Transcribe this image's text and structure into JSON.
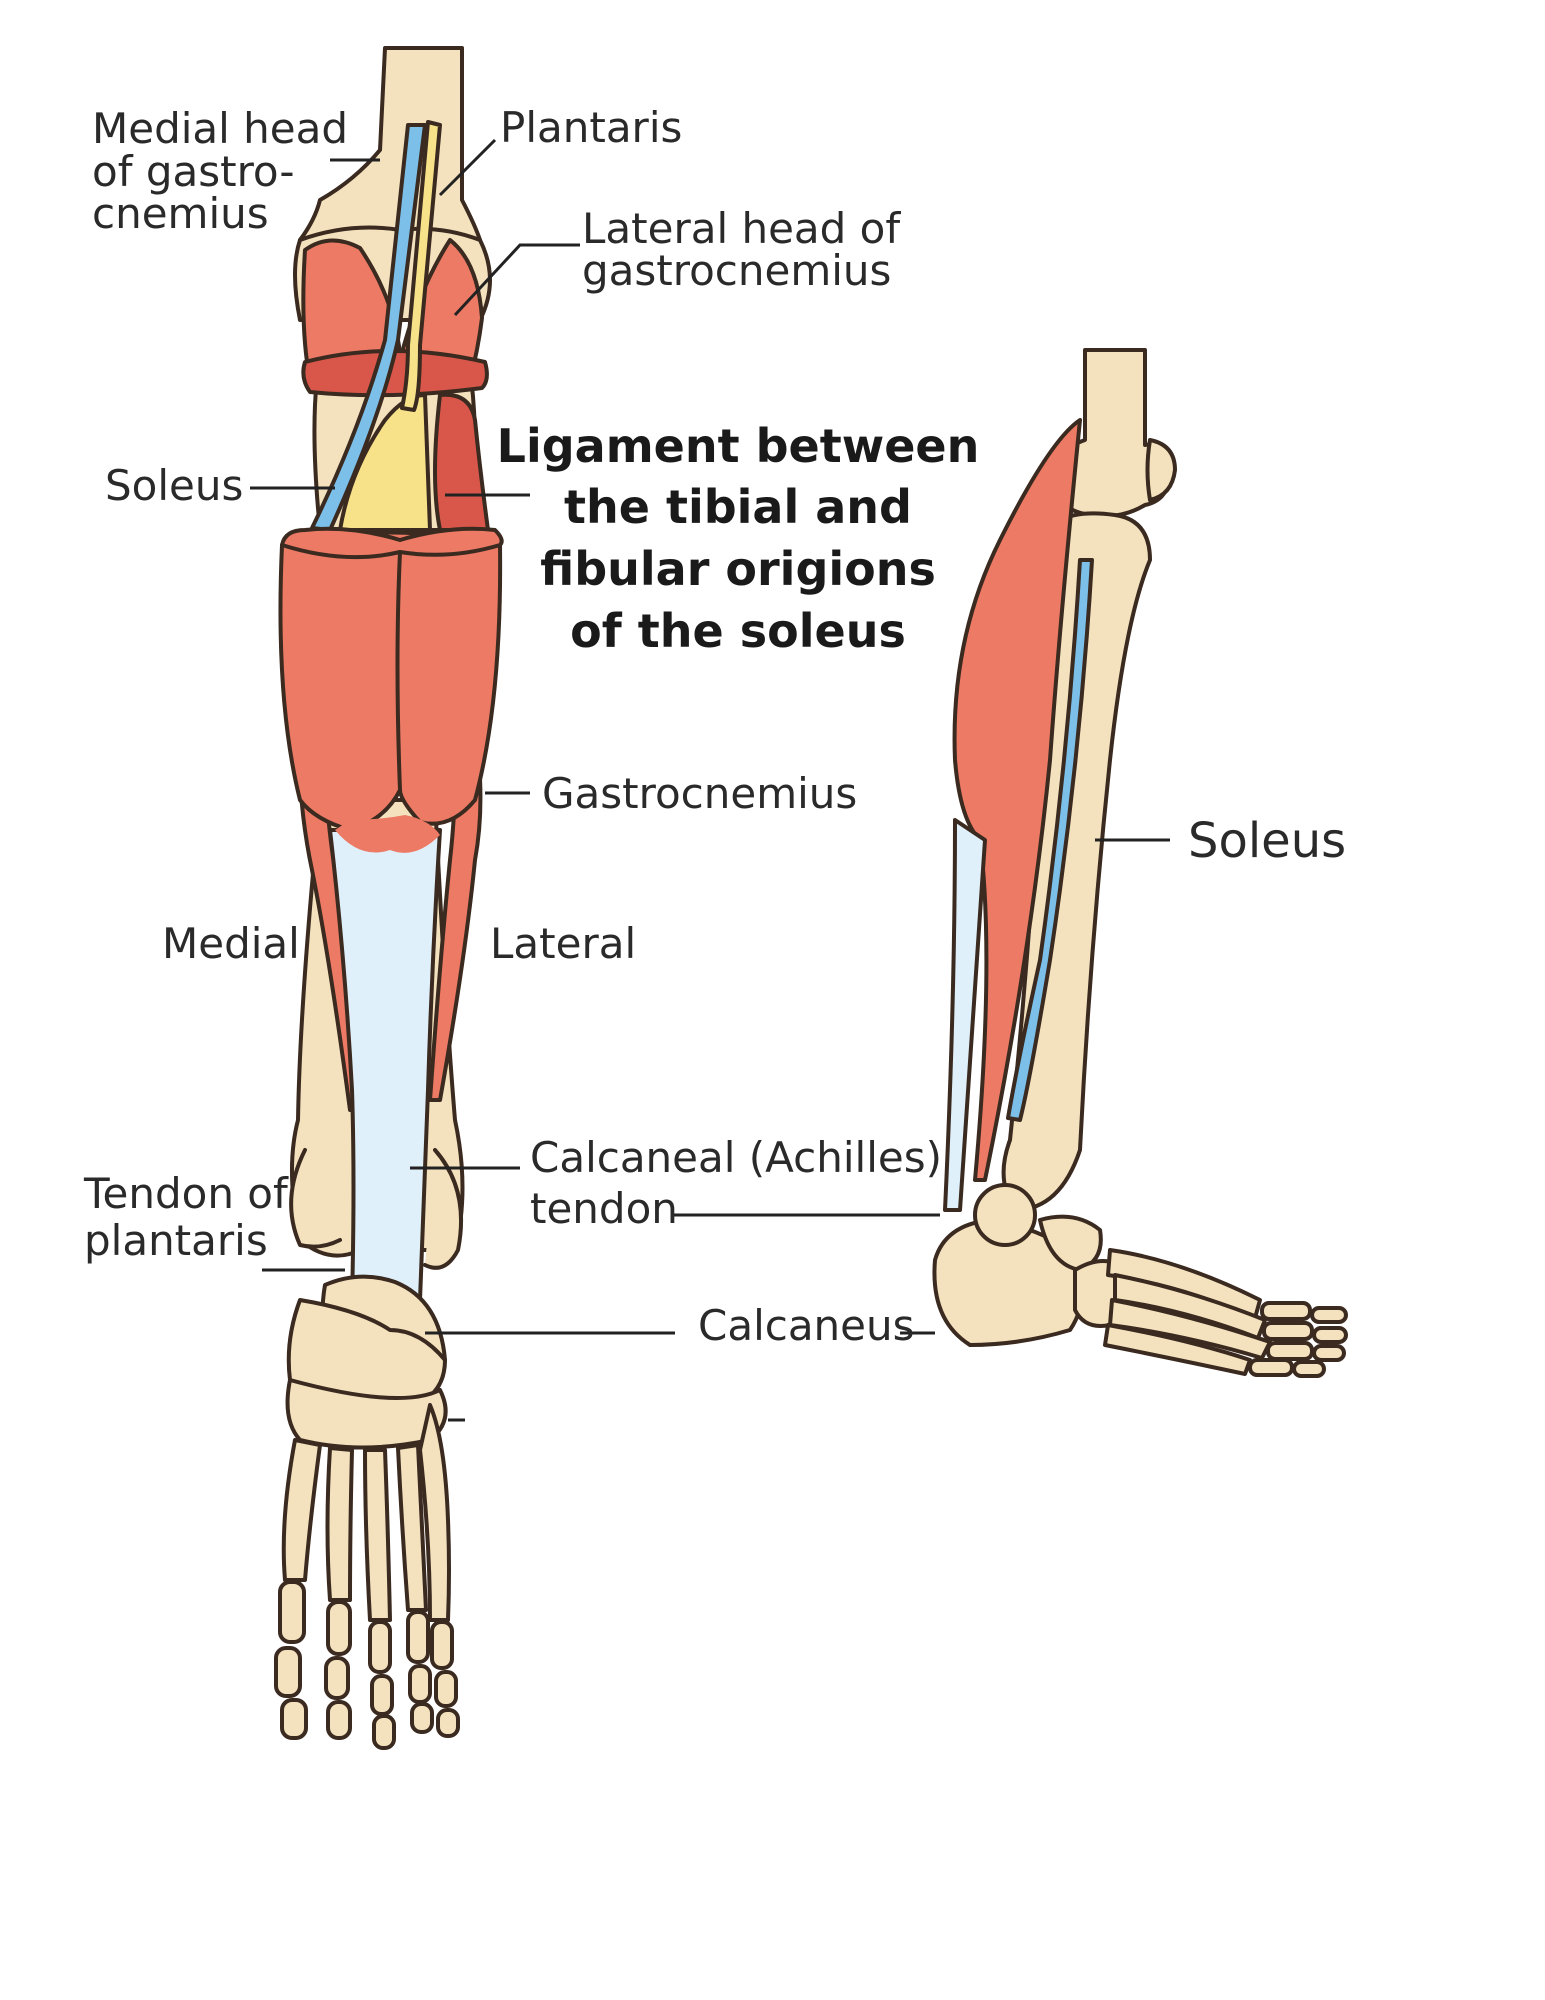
{
  "labels": {
    "medial_head": [
      "Medial head",
      "of gastro-",
      "cnemius"
    ],
    "plantaris": "Plantaris",
    "lateral_head": [
      "Lateral head of",
      "gastrocnemius"
    ],
    "soleus_left": "Soleus",
    "ligament": [
      "Ligament between",
      "the tibial and",
      "fibular origions",
      "of the soleus"
    ],
    "gastrocnemius": "Gastrocnemius",
    "medial": "Medial",
    "lateral": "Lateral",
    "calcaneal_tendon": [
      "Calcaneal (Achilles)",
      "tendon"
    ],
    "tendon_of_plantaris": [
      "Tendon of",
      "plantaris"
    ],
    "calcaneus": "Calcaneus",
    "soleus_right": "Soleus"
  },
  "colors": {
    "bone": "#f4e1bd",
    "muscle": "#ec7a64",
    "muscle_dark": "#d9574a",
    "tendon": "#dff0fa",
    "plantaris_yellow": "#f7e28a",
    "plantaris_blue": "#7cc0ea"
  }
}
